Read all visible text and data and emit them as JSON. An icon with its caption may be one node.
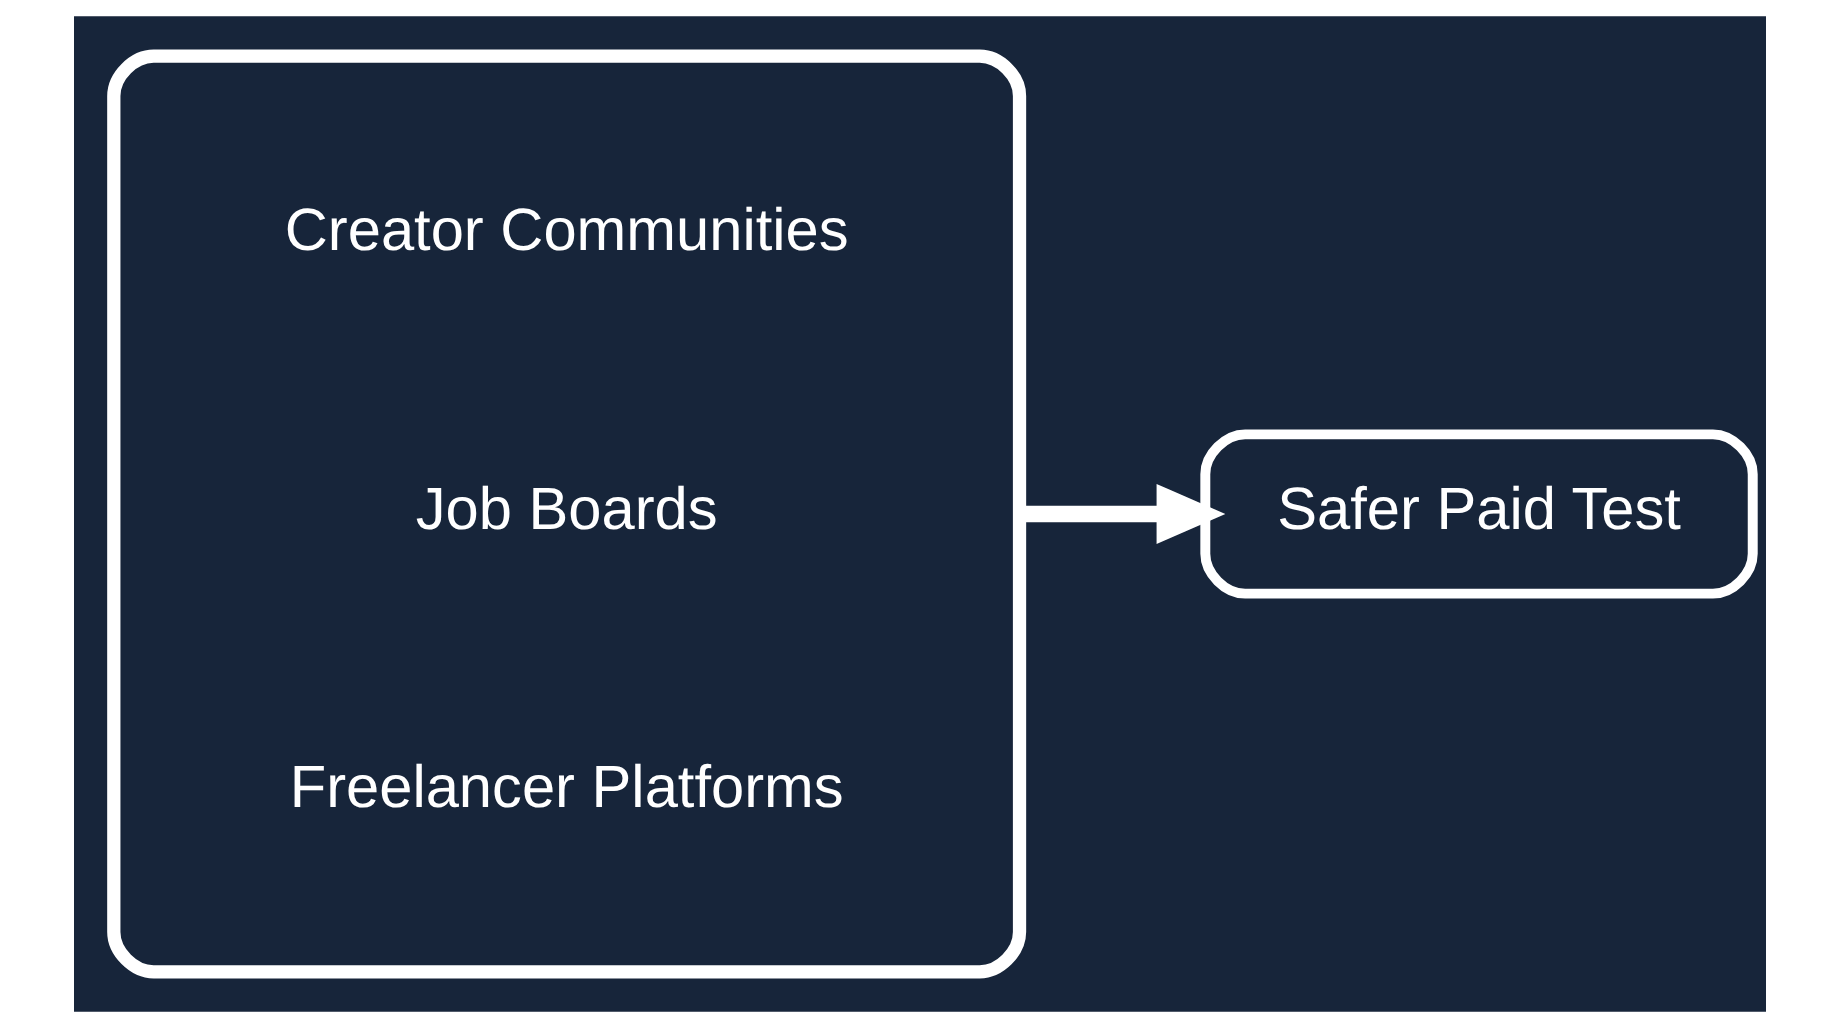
{
  "diagram": {
    "nodes": [
      {
        "text": [],
        "shape": "cloud"
      },
      {
        "text": [
          "Creator Communities"
        ],
        "in": 0
      },
      {
        "text": [
          "Job Boards"
        ],
        "in": 0
      },
      {
        "text": [
          "Freelancer Platforms"
        ],
        "in": 0
      },
      {
        "text": [
          "Safer Paid Test"
        ]
      }
    ],
    "edges": [
      {
        "from": 0,
        "to": 4,
        "arrow": "to"
      }
    ]
  }
}
